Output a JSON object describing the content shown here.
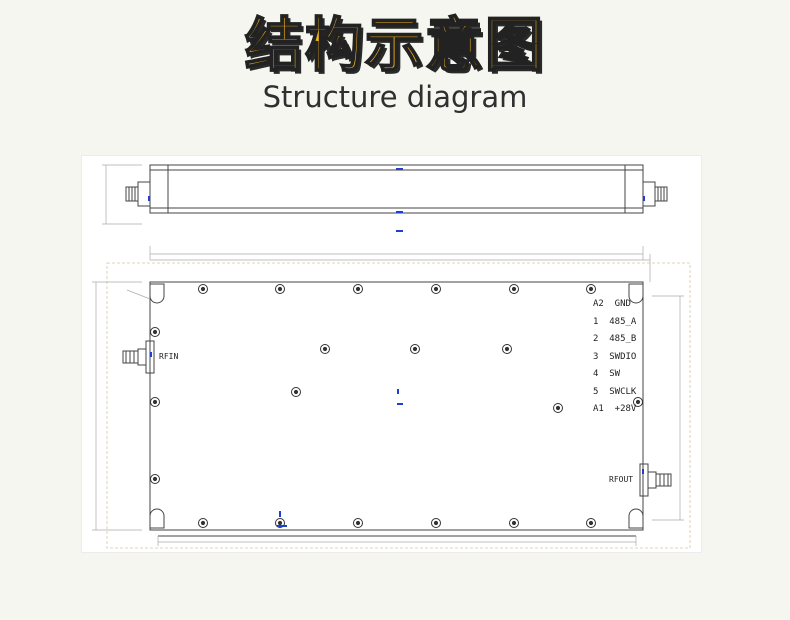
{
  "header": {
    "title_cn": "结构示意图",
    "title_en": "Structure diagram"
  },
  "drawing": {
    "connectors": {
      "rf_in": "RFIN",
      "rf_out": "RFOUT"
    },
    "pin_table": [
      "A2  GND",
      "1  485_A",
      "2  485_B",
      "3  SWDIO",
      "4  SW",
      "5  SWCLK",
      "A1  +28V"
    ]
  },
  "colors": {
    "title_fill": "#f2b21a",
    "title_outline": "#222222",
    "line": "#444444",
    "dimension": "#999999",
    "marker": "#1e3fd6"
  }
}
